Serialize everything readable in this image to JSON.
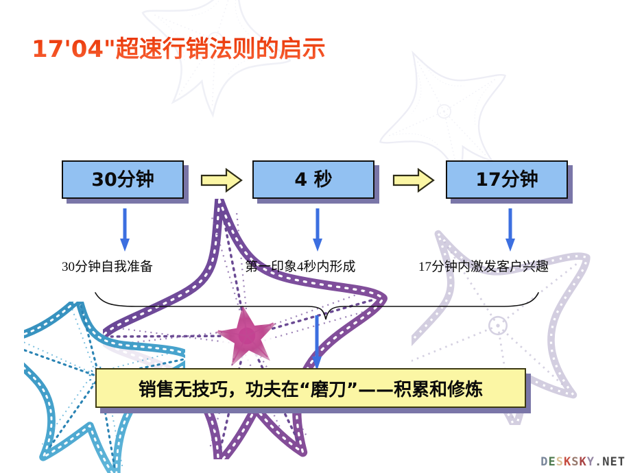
{
  "slide": {
    "title": "17'04\"超速行销法则的启示",
    "title_color": "#f0400f",
    "background_color": "#ffffff"
  },
  "flow": {
    "stages": [
      {
        "label": "30分钟",
        "caption": "30分钟自我准备"
      },
      {
        "label": "4 秒",
        "caption": "第一印象4秒内形成"
      },
      {
        "label": "17分钟",
        "caption": "17分钟内激发客户兴趣"
      }
    ],
    "connector_arrows": [
      "right-block-arrow",
      "right-block-arrow"
    ],
    "down_arrows": [
      "down-arrow",
      "down-arrow",
      "down-arrow",
      "down-arrow"
    ],
    "brace": "horizontal-curly-brace",
    "box_fill_color": "#92c1f2",
    "box_border_color": "#10100f",
    "box_shadow_color": "#7a76a8",
    "connector_arrow_color": "#fbf6a4",
    "down_arrow_color": "#3c6fe0"
  },
  "conclusion": {
    "text": "销售无技巧，功夫在“磨刀”——积累和修炼",
    "fill_color": "#fbf6a4",
    "border_color": "#3d3a12",
    "shadow_color": "#7a76a8"
  },
  "decor": {
    "starfish_top_left": "starfish-faint",
    "starfish_top_right": "starfish-faint",
    "starfish_main": "starfish-purple",
    "starfish_blue": "starfish-blue",
    "starfish_right": "starfish-pale-purple"
  },
  "watermark": {
    "letters": [
      {
        "ch": "D",
        "color": "#6b7a8f"
      },
      {
        "ch": "E",
        "color": "#3a6b3a"
      },
      {
        "ch": "S",
        "color": "#d8b98a"
      },
      {
        "ch": "K",
        "color": "#c0392b"
      },
      {
        "ch": "S",
        "color": "#8c6a5d"
      },
      {
        "ch": "K",
        "color": "#a03030"
      },
      {
        "ch": "Y",
        "color": "#8a7a9a"
      },
      {
        "ch": ".",
        "color": "#555555"
      },
      {
        "ch": "N",
        "color": "#333333"
      },
      {
        "ch": "E",
        "color": "#333333"
      },
      {
        "ch": "T",
        "color": "#333333"
      }
    ],
    "text": "DESKSKY.NET"
  }
}
